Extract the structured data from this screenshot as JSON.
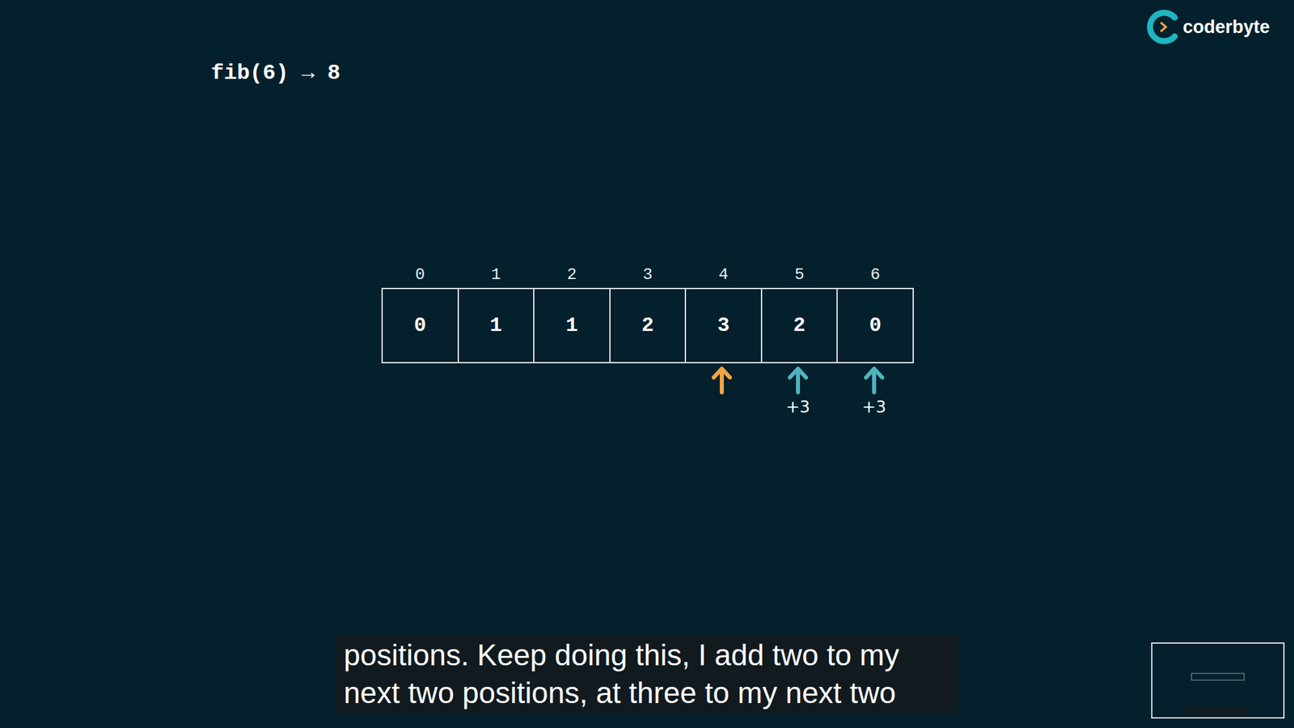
{
  "diagram": {
    "title": "fib(6) → 8",
    "caption": "positions. Keep doing this, I add two to my next two positions, at three to my next two",
    "nodes": [
      {
        "text": [
          "0",
          "0"
        ]
      },
      {
        "text": [
          "1",
          "1"
        ]
      },
      {
        "text": [
          "2",
          "1"
        ]
      },
      {
        "text": [
          "3",
          "2"
        ]
      },
      {
        "text": [
          "4",
          "3"
        ]
      },
      {
        "text": [
          "5",
          "2"
        ]
      },
      {
        "text": [
          "6",
          "0"
        ]
      }
    ],
    "labels": [
      "+3",
      "+3",
      "coderbyte"
    ]
  }
}
